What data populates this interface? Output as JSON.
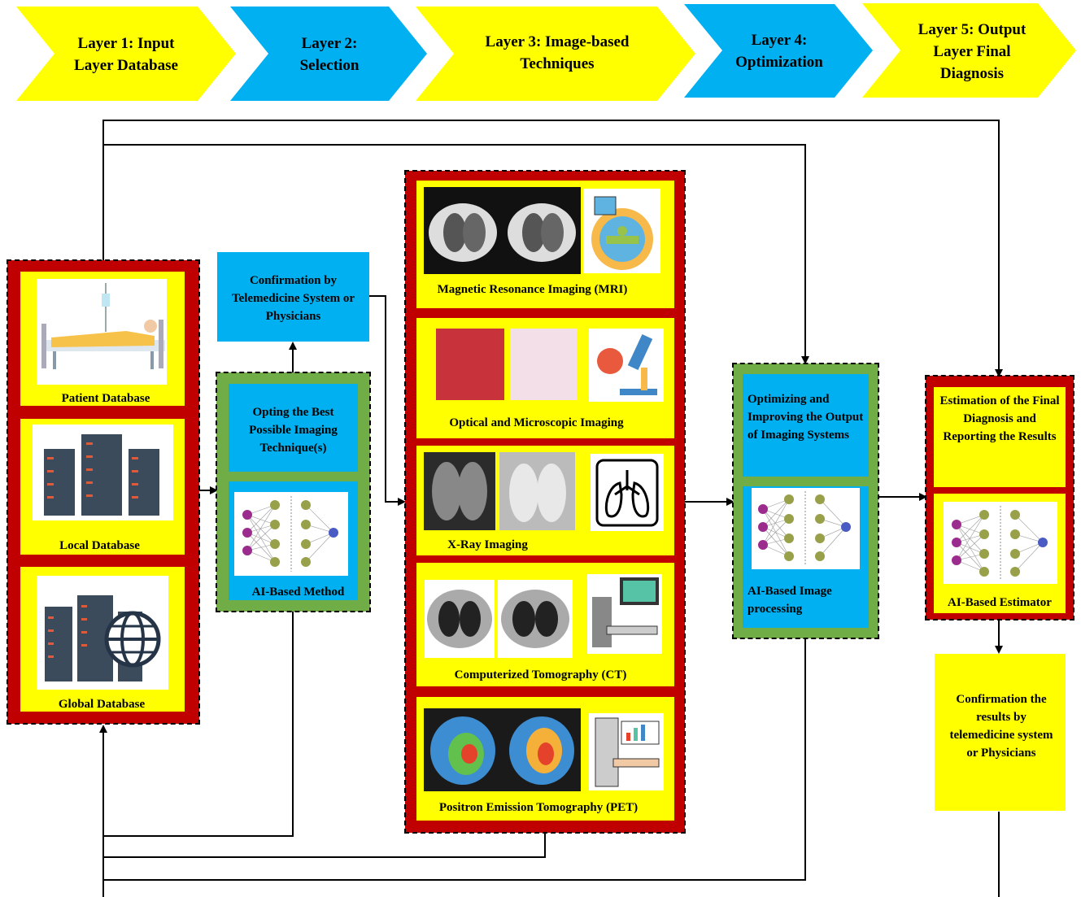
{
  "colors": {
    "yellow": "#ffff00",
    "blue": "#00b0f0",
    "red": "#c00000",
    "green": "#70ad47",
    "arrow": "#000000"
  },
  "layers": [
    {
      "text": "Layer 1: Input Layer Database",
      "color": "yellow"
    },
    {
      "text": "Layer 2: Selection",
      "color": "blue"
    },
    {
      "text": "Layer 3: Image-based Techniques",
      "color": "yellow"
    },
    {
      "text": "Layer 4: Optimization",
      "color": "blue"
    },
    {
      "text": "Layer 5: Output Layer Final Diagnosis",
      "color": "yellow"
    }
  ],
  "layer1": {
    "patient": "Patient Database",
    "local": "Local Database",
    "global": "Global Database"
  },
  "layer2": {
    "confirmation": "Confirmation by Telemedicine System or Physicians",
    "opting": "Opting the Best Possible Imaging Technique(s)",
    "method": "AI-Based Method"
  },
  "layer3": {
    "mri": "Magnetic Resonance Imaging (MRI)",
    "optical": "Optical and Microscopic Imaging",
    "xray": "X-Ray Imaging",
    "ct": "Computerized Tomography (CT)",
    "pet": "Positron Emission Tomography (PET)"
  },
  "layer4": {
    "optimizing": "Optimizing and Improving the Output of Imaging Systems",
    "processing": "AI-Based Image processing"
  },
  "layer5": {
    "estimation": "Estimation of the Final Diagnosis and Reporting the Results",
    "estimator": "AI-Based Estimator",
    "confirmation": "Confirmation the results by telemedicine system or Physicians"
  },
  "icons": [
    "hospital-bed-icon",
    "server-rack-icon",
    "global-server-icon",
    "neural-network-icon",
    "mri-scanner-icon",
    "microscope-icon",
    "lungs-icon",
    "ct-scanner-icon",
    "pet-scanner-icon"
  ]
}
